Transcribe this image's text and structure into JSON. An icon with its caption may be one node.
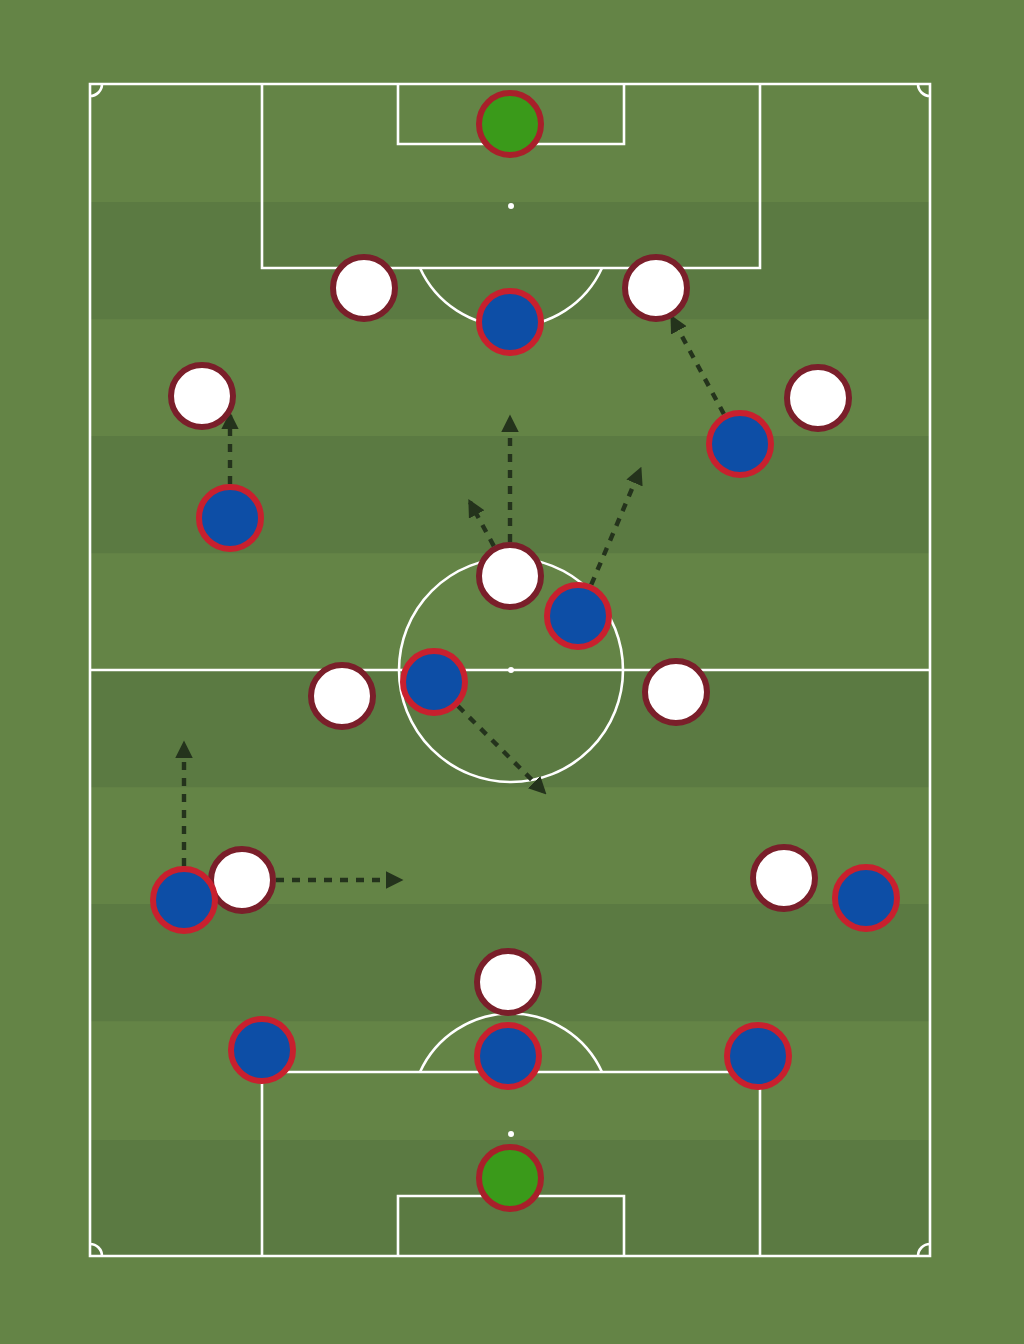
{
  "diagram": {
    "nodes": [
      {
        "text": [],
        "shape": "circle"
      },
      {
        "text": [],
        "shape": "circle"
      },
      {
        "text": [],
        "shape": "circle"
      },
      {
        "text": [],
        "shape": "circle"
      },
      {
        "text": [],
        "shape": "circle"
      },
      {
        "text": [],
        "shape": "circle"
      },
      {
        "text": [],
        "shape": "circle"
      },
      {
        "text": [],
        "shape": "circle"
      },
      {
        "text": [],
        "shape": "circle"
      },
      {
        "text": [],
        "shape": "circle"
      },
      {
        "text": [],
        "shape": "circle"
      },
      {
        "text": [],
        "shape": "circle"
      },
      {
        "text": [],
        "shape": "circle"
      },
      {
        "text": [],
        "shape": "circle"
      },
      {
        "text": [],
        "shape": "circle"
      },
      {
        "text": [],
        "shape": "circle"
      },
      {
        "text": [],
        "shape": "circle"
      },
      {
        "text": [],
        "shape": "circle"
      },
      {
        "text": [],
        "shape": "circle"
      },
      {
        "text": [],
        "shape": "circle"
      },
      {
        "text": [],
        "shape": "circle"
      },
      {
        "text": [],
        "shape": "circle"
      }
    ],
    "edges": [
      {
        "from": 6,
        "to": 2,
        "arrow": "to",
        "style": "dashed"
      },
      {
        "from": 7,
        "to": 4,
        "arrow": "to",
        "style": "dashed"
      },
      {
        "from": 8,
        "to": null,
        "arrow": "to",
        "style": "dashed"
      },
      {
        "from": 8,
        "to": null,
        "arrow": "to",
        "style": "dashed"
      },
      {
        "from": 9,
        "to": null,
        "arrow": "to",
        "style": "dashed"
      },
      {
        "from": 10,
        "to": null,
        "arrow": "to",
        "style": "dashed"
      },
      {
        "from": 15,
        "to": null,
        "arrow": "to",
        "style": "dashed"
      },
      {
        "from": 13,
        "to": null,
        "arrow": "to",
        "style": "dashed"
      }
    ]
  }
}
